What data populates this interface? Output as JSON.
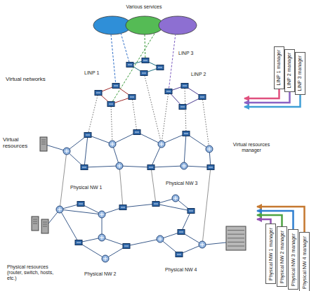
{
  "diagram": {
    "nodes": [
      {
        "text": [
          "Various services"
        ]
      },
      {
        "text": [
          "Virtual networks"
        ]
      },
      {
        "text": [
          "LINP 3"
        ],
        "in": 1
      },
      {
        "text": [
          "LINP 1"
        ],
        "in": 1
      },
      {
        "text": [
          "LINP 2"
        ],
        "in": 1
      },
      {
        "text": [
          "LINP 1 manager"
        ]
      },
      {
        "text": [
          "LINP 2 manager"
        ]
      },
      {
        "text": [
          "LINP 3 manager"
        ]
      },
      {
        "text": [
          "Virtual resources"
        ]
      },
      {
        "text": [
          "Virtual resources manager"
        ],
        "in": 8
      },
      {
        "text": [
          "Physical resources (router, switch, hosts, etc.)"
        ]
      },
      {
        "text": [
          "Physical NW 1"
        ],
        "in": 10
      },
      {
        "text": [
          "Physical NW 3"
        ],
        "in": 10
      },
      {
        "text": [
          "Physical NW 2"
        ],
        "in": 10
      },
      {
        "text": [
          "Physical NW 4"
        ],
        "in": 10
      },
      {
        "text": [
          "Physical NW 1 manager"
        ]
      },
      {
        "text": [
          "Physical NW 2 manager"
        ]
      },
      {
        "text": [
          "Physical NW 3 manager"
        ]
      },
      {
        "text": [
          "Physical NW 4 manager"
        ]
      }
    ],
    "edges": [
      {
        "from": 5,
        "to": 1,
        "arrow": "to"
      },
      {
        "from": 6,
        "to": 1,
        "arrow": "to"
      },
      {
        "from": 7,
        "to": 1,
        "arrow": "to"
      },
      {
        "from": 15,
        "to": 10,
        "arrow": "to"
      },
      {
        "from": 16,
        "to": 10,
        "arrow": "to"
      },
      {
        "from": 17,
        "to": 10,
        "arrow": "to"
      },
      {
        "from": 18,
        "to": 10,
        "arrow": "to"
      }
    ]
  }
}
